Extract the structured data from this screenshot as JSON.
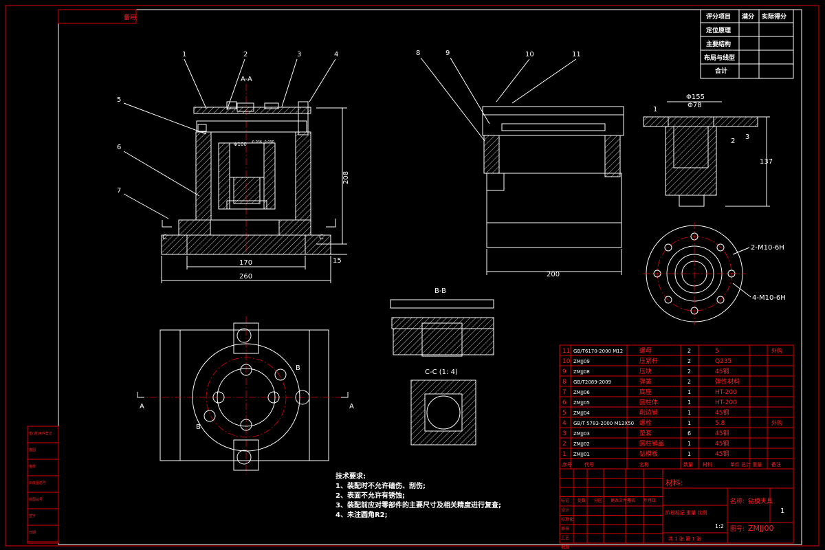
{
  "sheet": {
    "tag": "备用"
  },
  "score_table": {
    "headers": [
      "评分项目",
      "满分",
      "实际得分"
    ],
    "rows": [
      "定位原理",
      "主要结构",
      "布局与线型",
      "合计"
    ]
  },
  "views": {
    "aa_label": "A-A",
    "bb_label": "B-B",
    "cc_label": "C-C (1: 4)",
    "section_marks": {
      "a": "A",
      "b": "B",
      "c": "C"
    },
    "balloons": [
      "1",
      "2",
      "3",
      "4",
      "5",
      "6",
      "7",
      "8",
      "9",
      "10",
      "11"
    ]
  },
  "dimensions": {
    "d_208": "208",
    "d_170": "170",
    "d_260": "260",
    "d_15": "15",
    "d_200": "200",
    "d_155": "Φ155",
    "d_78": "Φ78",
    "d_137": "137",
    "d_100": "Φ100",
    "d_100_tol": "-0.036 -0.090",
    "d_h1": "1",
    "d_h2": "2",
    "d_h3": "3",
    "note_m10_2": "2-M10-6H",
    "note_m10_4": "4-M10-6H"
  },
  "tech_requirements": {
    "title": "技术要求:",
    "items": [
      "1、装配时不允许磕伤、刮伤;",
      "2、表面不允许有锈蚀;",
      "3、装配前应对零部件的主要尺寸及相关精度进行复查;",
      "4、未注圆角R2;"
    ]
  },
  "bom": [
    {
      "no": "11",
      "code": "GB/T6170-2000 M12",
      "name": "螺母",
      "qty": "2",
      "material": "5",
      "note": "外购"
    },
    {
      "no": "10",
      "code": "ZMJJ09",
      "name": "压紧杆",
      "qty": "2",
      "material": "Q235",
      "note": ""
    },
    {
      "no": "9",
      "code": "ZMJJ08",
      "name": "压块",
      "qty": "2",
      "material": "45钢",
      "note": ""
    },
    {
      "no": "8",
      "code": "GB/T2089-2009",
      "name": "弹簧",
      "qty": "2",
      "material": "弹性材料",
      "note": ""
    },
    {
      "no": "7",
      "code": "ZMJJ06",
      "name": "底座",
      "qty": "1",
      "material": "HT-200",
      "note": ""
    },
    {
      "no": "6",
      "code": "ZMJJ05",
      "name": "圆柱体",
      "qty": "1",
      "material": "HT-200",
      "note": ""
    },
    {
      "no": "5",
      "code": "ZMJJ04",
      "name": "削边销",
      "qty": "1",
      "material": "45钢",
      "note": ""
    },
    {
      "no": "4",
      "code": "GB/T 5783-2000 M12X50",
      "name": "螺栓",
      "qty": "1",
      "material": "5.8",
      "note": "外购"
    },
    {
      "no": "3",
      "code": "ZMJJ03",
      "name": "垫套",
      "qty": "6",
      "material": "45钢",
      "note": ""
    },
    {
      "no": "2",
      "code": "ZMJJ02",
      "name": "圆柱销盖",
      "qty": "1",
      "material": "45钢",
      "note": ""
    },
    {
      "no": "1",
      "code": "ZMJJ01",
      "name": "钻模板",
      "qty": "1",
      "material": "45钢",
      "note": ""
    }
  ],
  "bom_header": [
    "序号",
    "代号",
    "名称",
    "数量",
    "材料",
    "单件 总计 重量",
    "备注"
  ],
  "title_block": {
    "material_label": "材料:",
    "name_label": "名称:",
    "name_value": "钻模夹具",
    "drawing_no_label": "图号:",
    "drawing_no_value": "ZMJJ00",
    "scale": "1:2",
    "sheet_count": "1",
    "sheet_info": "共 1 张    第 1 张",
    "stage_label": "阶段标记 重量 比例",
    "rows": [
      "标记",
      "处数",
      "分区",
      "更改文件号",
      "签名",
      "年月日",
      "设计",
      "标准化",
      "审核",
      "工艺",
      "批准"
    ]
  },
  "left_strip": [
    "借(通)用件登记",
    "描图",
    "描校",
    "旧底图总号",
    "底图总号",
    "签字",
    "日期"
  ]
}
